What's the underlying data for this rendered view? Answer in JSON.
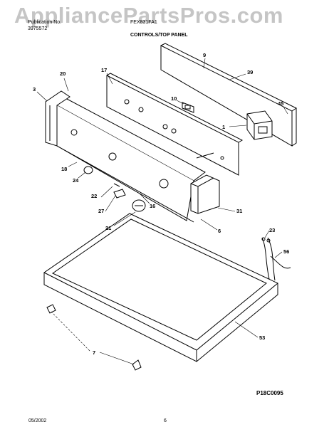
{
  "watermark": "AppliancePartsPros.com",
  "header": {
    "publication_label": "Publication No.",
    "publication_number": "3975572",
    "model": "FEX831FA1",
    "section_title": "CONTROLS/TOP PANEL"
  },
  "callouts": [
    "9",
    "39",
    "17",
    "20",
    "3",
    "10",
    "45",
    "1",
    "18",
    "24",
    "22",
    "16",
    "27",
    "31",
    "21",
    "6",
    "23",
    "56",
    "53",
    "7"
  ],
  "drawing_number": "P18C0095",
  "footer": {
    "date": "05/2002",
    "page": "6"
  }
}
